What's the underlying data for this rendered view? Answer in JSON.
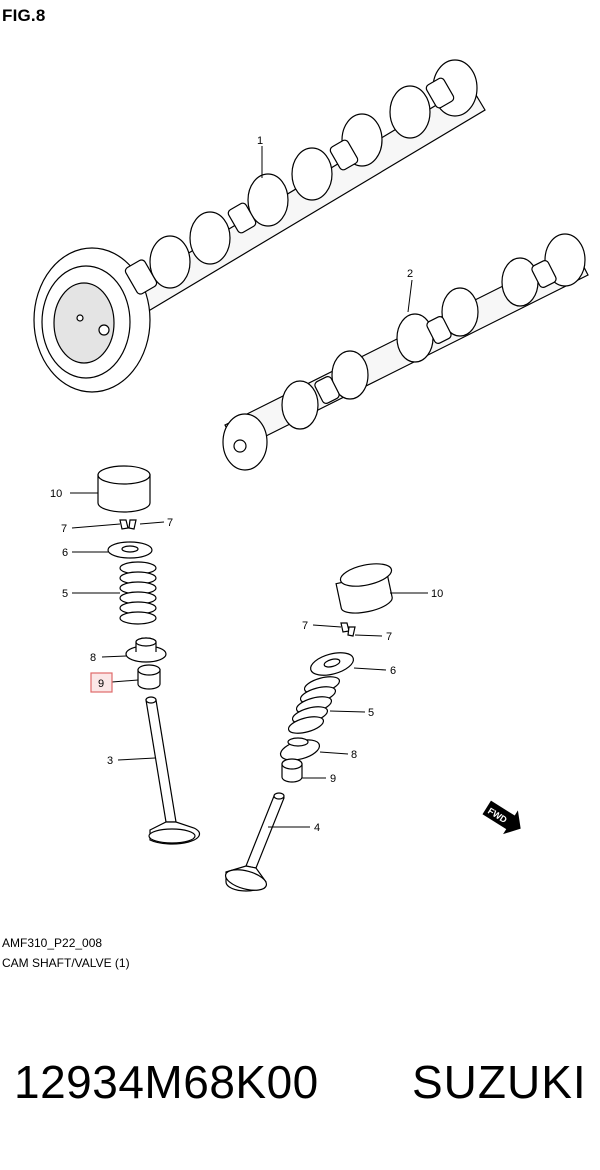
{
  "figure": {
    "title": "FIG.8"
  },
  "callouts": [
    {
      "id": "c1",
      "label": "1"
    },
    {
      "id": "c2",
      "label": "2"
    },
    {
      "id": "c10a",
      "label": "10"
    },
    {
      "id": "c7a",
      "label": "7"
    },
    {
      "id": "c7b",
      "label": "7"
    },
    {
      "id": "c6a",
      "label": "6"
    },
    {
      "id": "c5a",
      "label": "5"
    },
    {
      "id": "c8a",
      "label": "8"
    },
    {
      "id": "c9a",
      "label": "9",
      "highlighted": true
    },
    {
      "id": "c3",
      "label": "3"
    },
    {
      "id": "c10b",
      "label": "10"
    },
    {
      "id": "c7c",
      "label": "7"
    },
    {
      "id": "c7d",
      "label": "7"
    },
    {
      "id": "c6b",
      "label": "6"
    },
    {
      "id": "c5b",
      "label": "5"
    },
    {
      "id": "c8b",
      "label": "8"
    },
    {
      "id": "c9b",
      "label": "9"
    },
    {
      "id": "c4",
      "label": "4"
    }
  ],
  "fwd_badge": "FWD",
  "captions": {
    "drawing_code": "AMF310_P22_008",
    "description": "CAM SHAFT/VALVE (1)"
  },
  "footer": {
    "part_number": "12934M68K00",
    "brand": "SUZUKI"
  },
  "colors": {
    "highlight": "#e06a6a",
    "line": "#000000",
    "background": "#ffffff"
  }
}
